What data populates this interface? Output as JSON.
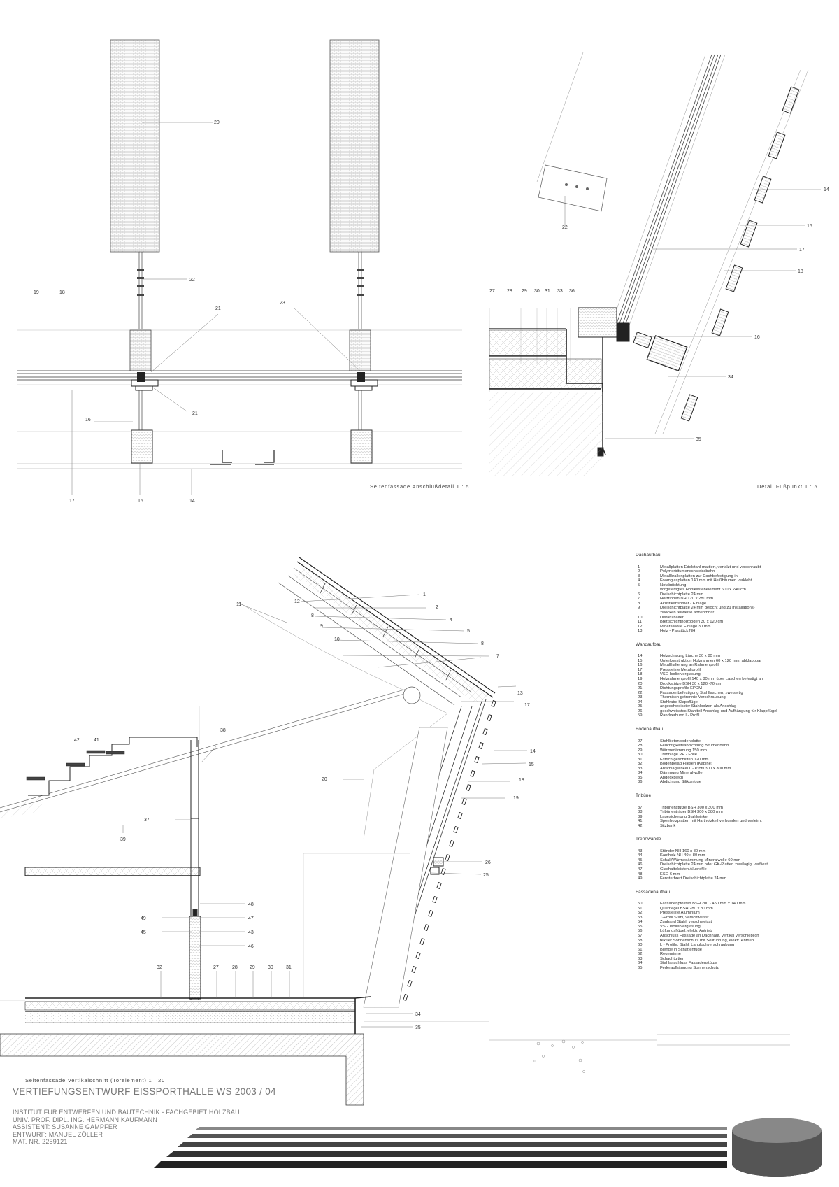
{
  "captions": {
    "anschluss": "Seitenfassade Anschlußdetail 1 : 5",
    "fusspunkt": "Detail Fußpunkt 1 : 5",
    "vertikal": "Seitenfassade Vertikalschnitt (Torelement) 1 : 20"
  },
  "labels": {
    "d1": [
      "20",
      "22",
      "19",
      "18",
      "21",
      "23",
      "21",
      "16",
      "17",
      "15",
      "14"
    ],
    "d2": [
      "22",
      "14",
      "15",
      "17",
      "18",
      "27",
      "28",
      "29",
      "30",
      "31",
      "33",
      "36",
      "16",
      "34",
      "35"
    ],
    "d3": [
      "1",
      "2",
      "12",
      "8",
      "4",
      "9",
      "5",
      "10",
      "8",
      "7",
      "11",
      "13",
      "17",
      "38",
      "42",
      "41",
      "14",
      "15",
      "18",
      "20",
      "19",
      "37",
      "39",
      "26",
      "25",
      "48",
      "49",
      "47",
      "45",
      "43",
      "46",
      "32",
      "27",
      "28",
      "29",
      "30",
      "31",
      "34",
      "35"
    ]
  },
  "legend": [
    {
      "title": "Dachaufbau",
      "items": [
        {
          "n": "1",
          "t": "Metallplatten Edelstahl mattiert, verfalzt und verschraubt"
        },
        {
          "n": "2",
          "t": "Polymerbitumenschweissbahn"
        },
        {
          "n": "3",
          "t": "Metallkrallenplatten zur Dachbefestigung in"
        },
        {
          "n": "4",
          "t": "Foamglasplatten 140 mm mit Heißbitumen verklebt"
        },
        {
          "n": "5",
          "t": "Notabdichtung"
        },
        {
          "n": "",
          "t": "vorgefertigtes Hohlkastenelement 600 x 240 cm"
        },
        {
          "n": "6",
          "t": "Dreischichtplatte 24 mm"
        },
        {
          "n": "7",
          "t": "Holzrippen NH 120 x 280 mm"
        },
        {
          "n": "8",
          "t": "Akustikabsorber - Einlage"
        },
        {
          "n": "9",
          "t": "Dreischichtplatte 24 mm gelocht und zu Installations-"
        },
        {
          "n": "",
          "t": "zwecken teilweise abnehmbar"
        },
        {
          "n": "10",
          "t": "Distanzhalter"
        },
        {
          "n": "11",
          "t": "Brettschichtholzbogen 30 x 120 cm"
        },
        {
          "n": "12",
          "t": "Mineralwolle Einlage 30 mm"
        },
        {
          "n": "13",
          "t": "Holz - Passtück NH"
        }
      ]
    },
    {
      "title": "Wandaufbau",
      "items": [
        {
          "n": "14",
          "t": "Holzschalung Lärche 30 x 80 mm"
        },
        {
          "n": "15",
          "t": "Unterkonstruktion Holzrahmen 60 x 120 mm, abklappbar"
        },
        {
          "n": "16",
          "t": "Metallhalterung an Rahmenprofil"
        },
        {
          "n": "17",
          "t": "Pressleiste Metallprofil"
        },
        {
          "n": "18",
          "t": "VSG Isolierverglasung"
        },
        {
          "n": "19",
          "t": "Holzrahmenprofil 140 x 80 mm über Laschen befestigt an"
        },
        {
          "n": "20",
          "t": "Druckstütze BSH 30 x 120 -70 cm"
        },
        {
          "n": "21",
          "t": "Dichtungsprofile EPDM"
        },
        {
          "n": "22",
          "t": "Fassadenbefestigung Stahllaschen, zweiseitig"
        },
        {
          "n": "23",
          "t": "Thermisch getrennte Verschraubung"
        },
        {
          "n": "24",
          "t": "Stahlrabe Klappflügel"
        },
        {
          "n": "25",
          "t": "angeschweisster Stahlbolzen als Anschlag"
        },
        {
          "n": "26",
          "t": "geschweisstes Stahlteil Anschlag und Aufhängung für Klappflügel"
        },
        {
          "n": "59",
          "t": "Randverbund L- Profil"
        }
      ]
    },
    {
      "title": "Bodenaufbau",
      "items": [
        {
          "n": "27",
          "t": "Stahlbetonbodenplatte"
        },
        {
          "n": "28",
          "t": "Feuchtigkeitsabdichtung Bitumenbahn"
        },
        {
          "n": "29",
          "t": "Wärmedämmung 150 mm"
        },
        {
          "n": "30",
          "t": "Trennlage PE - Folie"
        },
        {
          "n": "31",
          "t": "Estrich geschliffen 120 mm"
        },
        {
          "n": "32",
          "t": "Bodenbelag Fliesen (Kabine)"
        },
        {
          "n": "33",
          "t": "Anschlagwinkel L - Profil 300 x 300 mm"
        },
        {
          "n": "34",
          "t": "Dämmung Mineralwolle"
        },
        {
          "n": "35",
          "t": "Abdeckblech"
        },
        {
          "n": "36",
          "t": "Abdichtung Silikonfuge"
        }
      ]
    },
    {
      "title": "Tribüne",
      "items": [
        {
          "n": "37",
          "t": "Tribünenstütze BSH 300 x 300 mm"
        },
        {
          "n": "38",
          "t": "Tribünenträger BSH 300 x 380 mm"
        },
        {
          "n": "39",
          "t": "Lagesicherung Stahlwinkel"
        },
        {
          "n": "41",
          "t": "Sperrholzplatten mit Hartholzkeil verbunden und verleimt"
        },
        {
          "n": "42",
          "t": "Sitzbank"
        }
      ]
    },
    {
      "title": "Trennwände",
      "items": [
        {
          "n": "43",
          "t": "Ständer NH 160 x 80 mm"
        },
        {
          "n": "44",
          "t": "Kantholz NH 40 x 80 mm"
        },
        {
          "n": "45",
          "t": "Schall/Wärmedämmung Mineralwolle 60 mm"
        },
        {
          "n": "46",
          "t": "Dreischichtplatte 24 mm oder GK-Platten zweilagig, verfliest"
        },
        {
          "n": "47",
          "t": "Glashalteleisten Aluprofile"
        },
        {
          "n": "48",
          "t": "ESG 6 mm"
        },
        {
          "n": "49",
          "t": "Fensterbrett Dreischichtplatte 24 mm"
        }
      ]
    },
    {
      "title": "Fassadenaufbau",
      "items": [
        {
          "n": "50",
          "t": "Fassadenpfosten BSH  200 - 450 mm x 140 mm"
        },
        {
          "n": "51",
          "t": "Querriegel BSH 280 x 80 mm"
        },
        {
          "n": "52",
          "t": "Pressleiste Aluminium"
        },
        {
          "n": "53",
          "t": "T-Profil Stahl, verschweisst"
        },
        {
          "n": "54",
          "t": "Zugband Stahl, verschweisst"
        },
        {
          "n": "55",
          "t": "VSG Isolierverglasung"
        },
        {
          "n": "56",
          "t": "Lüftungsflügel, elektr. Antrieb"
        },
        {
          "n": "57",
          "t": "Anschluss Fassade an Dachhaut, vertikal verschieblich"
        },
        {
          "n": "58",
          "t": "textiler Sonnenschutz mit Seilführung, elektr. Antrieb"
        },
        {
          "n": "60",
          "t": "L - Profile, Stahl, Langlochverschraubung"
        },
        {
          "n": "61",
          "t": "Blende in Schattenfuge"
        },
        {
          "n": "62",
          "t": "Regenrinne"
        },
        {
          "n": "63",
          "t": "Schachtgitter"
        },
        {
          "n": "64",
          "t": "Stahlanschluss Fassadenstütze"
        },
        {
          "n": "65",
          "t": "Federaufhängung Sonnenschutz"
        }
      ]
    }
  ],
  "title_block": {
    "main": "VERTIEFUNGSENTWURF EISSPORTHALLE WS 2003 / 04",
    "lines": [
      "INSTITUT FÜR ENTWERFEN UND BAUTECHNIK - FACHGEBIET HOLZBAU",
      "UNIV. PROF. DIPL. ING. HERMANN KAUFMANN",
      "ASSISTENT: SUSANNE GAMPFER",
      "ENTWURF: MANUEL ZÖLLER",
      "MAT. NR. 2259121"
    ]
  }
}
